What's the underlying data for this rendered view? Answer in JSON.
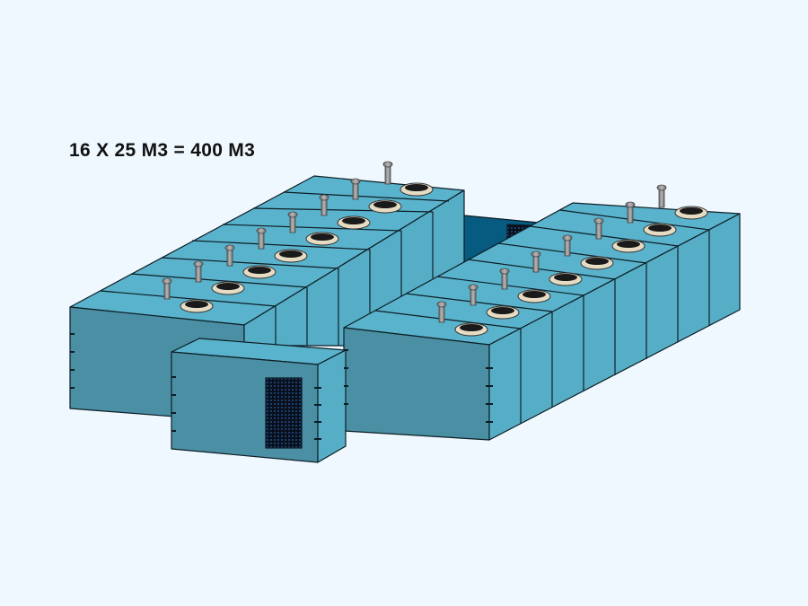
{
  "caption": "16 X 25 M3 = 400 M3",
  "model": {
    "description": "Modular panel water tank assembly, isometric CAD view",
    "left_bank_modules": 8,
    "right_bank_modules": 8,
    "colors": {
      "background": "#f0f8ff",
      "top_face": "#5ab3cc",
      "front_face": "#4a8fa3",
      "side_face": "#56aec6",
      "dark_inner": "#075a80",
      "edge": "#0d1e26",
      "manhole_ring": "#e6dcc4",
      "manhole_inner": "#1a1a1a",
      "vent_pipe": "#8a8a8a"
    }
  }
}
